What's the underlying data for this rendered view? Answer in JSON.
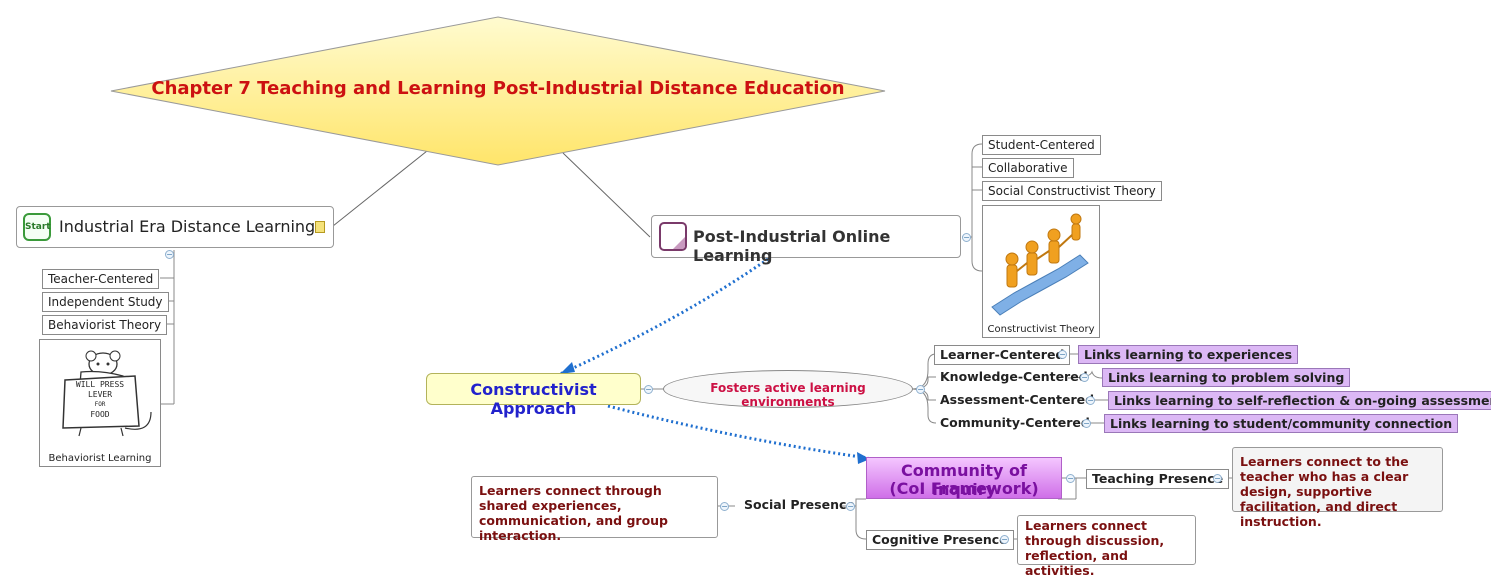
{
  "central": {
    "title": "Chapter 7 Teaching and Learning Post-Industrial Distance Education"
  },
  "industrial": {
    "start_badge": "Start",
    "title": "Industrial Era Distance Learning",
    "items": [
      "Teacher-Centered",
      "Independent Study",
      "Behaviorist Theory"
    ],
    "image_caption": "Behaviorist Learning",
    "image_sign_lines": [
      "WILL PRESS",
      "LEVER",
      "FOR",
      "FOOD"
    ]
  },
  "post_industrial": {
    "title": "Post-Industrial Online Learning",
    "items": [
      "Student-Centered",
      "Collaborative",
      "Social Constructivist Theory"
    ],
    "image_caption": "Constructivist Theory"
  },
  "constructivist": {
    "title": "Constructivist Approach",
    "bubble": "Fosters active learning environments",
    "centers": [
      {
        "label": "Learner-Centered",
        "link": "Links learning to experiences"
      },
      {
        "label": "Knowledge-Centered",
        "link": "Links learning to problem solving"
      },
      {
        "label": "Assessment-Centered",
        "link": "Links learning to self-reflection & on-going assessment"
      },
      {
        "label": "Community-Centered",
        "link": "Links learning to student/community connection"
      }
    ]
  },
  "coi": {
    "title_line1": "Community of Inquiry",
    "title_line2": "(CoI Framework)",
    "teaching": {
      "label": "Teaching Presence",
      "note": "Learners connect to the teacher who has a clear design, supportive facilitation, and direct instruction."
    },
    "social": {
      "label": "Social Presence",
      "note": "Learners connect through shared experiences, communication, and group interaction."
    },
    "cognitive": {
      "label": "Cognitive Presence",
      "note": "Learners connect through discussion, reflection, and activities."
    }
  },
  "colors": {
    "central_fill": "#fff08a",
    "central_text": "#cc1111",
    "constructivist_text": "#2222cc",
    "coi_fill": "#d97ff0",
    "coi_text": "#7a10a0",
    "bubble_text": "#cc1144",
    "note_text": "#7a1010",
    "relation_line": "#1f6fcf"
  }
}
